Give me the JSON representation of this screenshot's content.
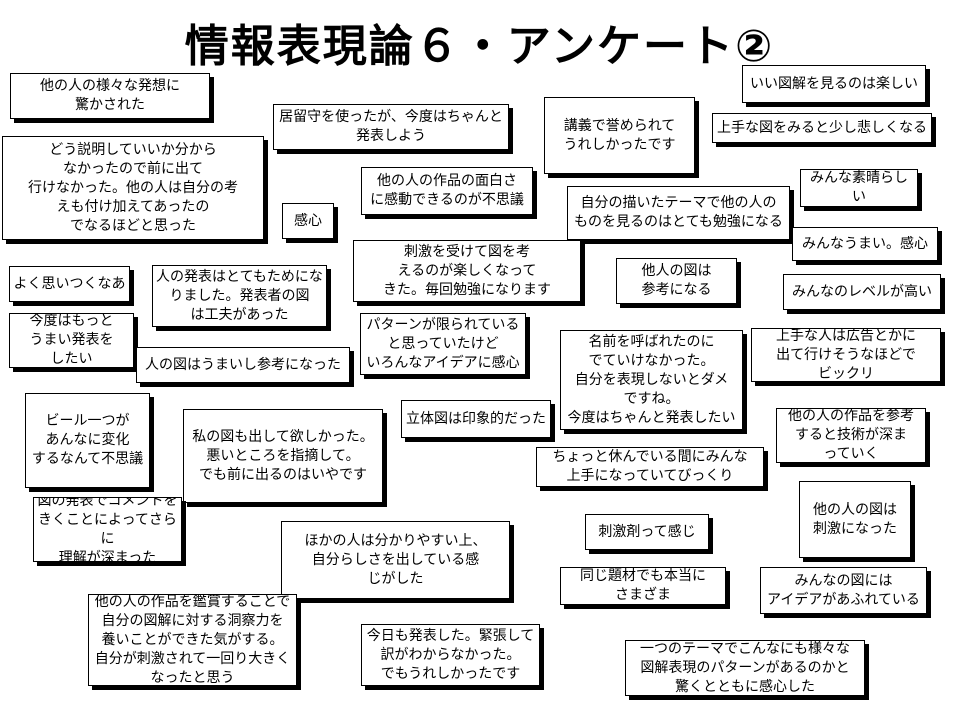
{
  "title": "情報表現論６・アンケート②",
  "comments": [
    "他の人の様々な発想に\n驚かされた",
    "居留守を使ったが、今度はちゃんと\n発表しよう",
    "講義で誉められて\nうれしかったです",
    "いい図解を見るのは楽しい",
    "上手な図をみると少し悲しくなる",
    "どう説明していいか分から\nなかったので前に出て\n行けなかった。他の人は自分の考\nえも付け加えてあったの\nでなるほどと思った",
    "他の人の作品の面白さ\nに感動できるのが不思議",
    "自分の描いたテーマで他の人の\nものを見るのはとても勉強になる",
    "みんな素晴らしい",
    "感心",
    "みんなうまい。感心",
    "刺激を受けて図を考\nえるのが楽しくなって\nきた。毎回勉強になります",
    "よく思いつくなあ",
    "人の発表はとてもためにな\nりました。発表者の図\nは工夫があった",
    "他人の図は\n参考になる",
    "みんなのレベルが高い",
    "今度はもっと\nうまい発表を\nしたい",
    "パターンが限られている\nと思っていたけど\nいろんなアイデアに感心",
    "名前を呼ばれたのに\nでていけなかった。\n自分を表現しないとダメ\nですね。\n今度はちゃんと発表したい",
    "上手な人は広告とかに\n出て行けそうなほどで\nビックリ",
    "人の図はうまいし参考になった",
    "ビール一つが\nあんなに変化\nするなんて不思議",
    "私の図も出して欲しかった。\n悪いところを指摘して。\nでも前に出るのはいやです",
    "立体図は印象的だった",
    "他の人の作品を参考\nすると技術が深ま\nっていく",
    "ちょっと休んでいる間にみんな\n上手になっていてびっくり",
    "図の発表でコメントを\nきくことによってさらに\n理解が深まった",
    "他の人の図は\n刺激になった",
    "刺激剤って感じ",
    "ほかの人は分かりやすい上、\n自分らしさを出している感\nじがした",
    "同じ題材でも本当に\nさまざま",
    "みんなの図には\nアイデアがあふれている",
    "他の人の作品を鑑賞することで\n自分の図解に対する洞察力を\n養いことができた気がする。\n自分が刺激されて一回り大きく\nなったと思う",
    "今日も発表した。緊張して\n訳がわからなかった。\nでもうれしかったです",
    "一つのテーマでこんなにも様々な\n図解表現のパターンがあるのかと\n驚くとともに感心した"
  ]
}
